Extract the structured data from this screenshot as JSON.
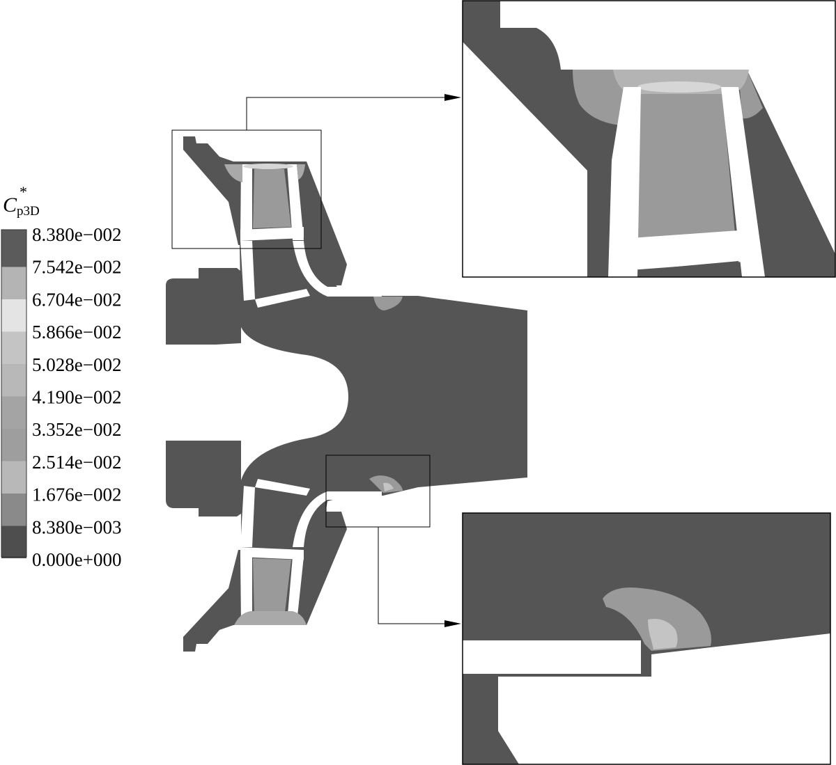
{
  "legend": {
    "symbol": "C",
    "superscript": "*",
    "subscript": "p3D",
    "levels": [
      "8.380e−002",
      "7.542e−002",
      "6.704e−002",
      "5.866e−002",
      "5.028e−002",
      "4.190e−002",
      "3.352e−002",
      "2.514e−002",
      "1.676e−002",
      "8.380e−003",
      "0.000e+000"
    ],
    "band_colors": [
      "#5b5b5b",
      "#b4b4b4",
      "#e4e4e4",
      "#c4c4c4",
      "#b8b8b8",
      "#a4a4a4",
      "#9e9e9e",
      "#b8b8b8",
      "#8a8a8a",
      "#4e4e4e"
    ]
  },
  "colors": {
    "solid": "#555555",
    "contour_mid": "#9a9a9a",
    "contour_light": "#b4b4b4",
    "contour_lightest": "#d6d6d6",
    "white": "#ffffff",
    "line": "#000000"
  }
}
